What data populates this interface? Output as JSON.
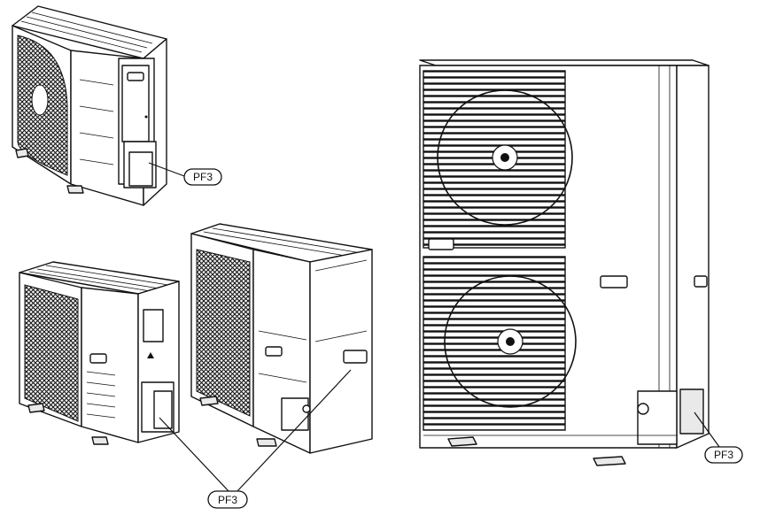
{
  "figure": {
    "units": [
      {
        "id": "small-top",
        "callout": "PF3"
      },
      {
        "id": "small-bottom",
        "callout": "PF3"
      },
      {
        "id": "medium",
        "callout": "PF3"
      },
      {
        "id": "large",
        "callout": "PF3"
      }
    ],
    "shared_callout": "PF3",
    "icons": [
      "fan-icon",
      "handle-icon"
    ]
  }
}
